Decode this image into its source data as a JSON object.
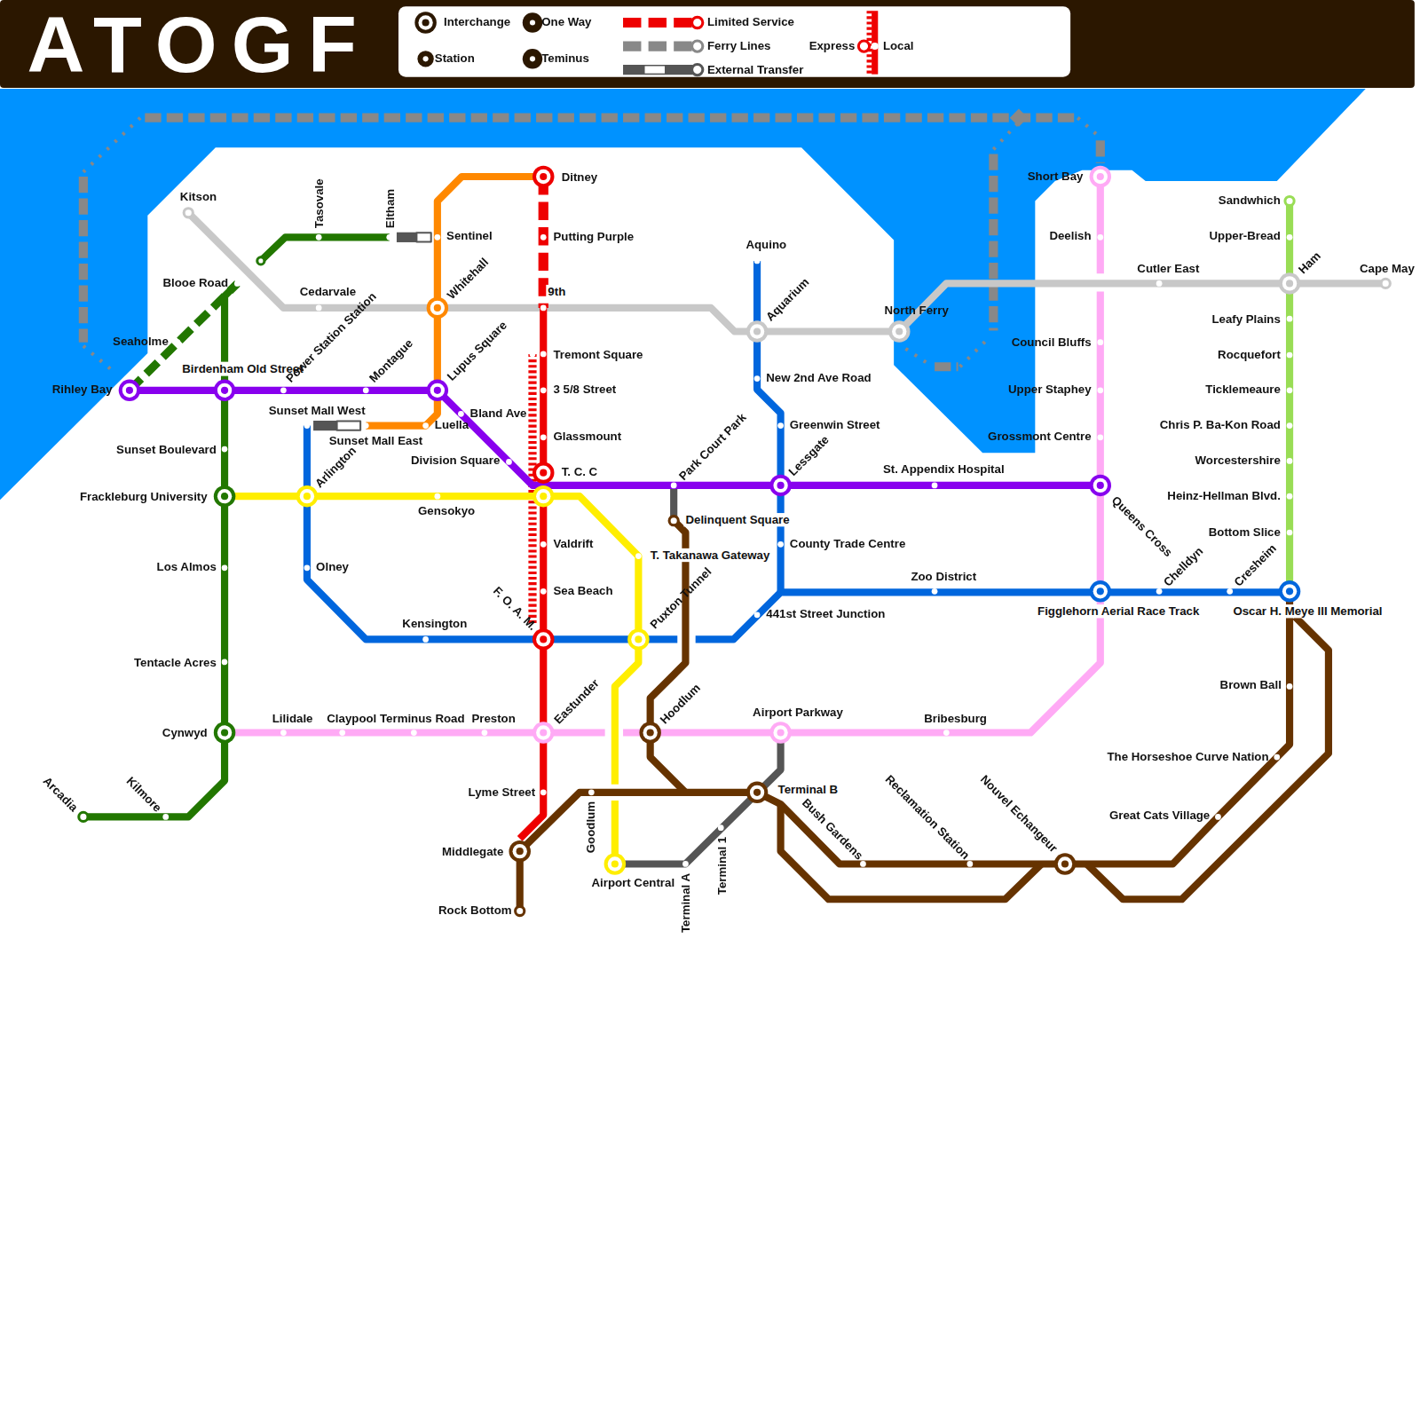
{
  "diagram": {
    "title": "ATOGF",
    "labels": [
      "Ditney",
      "Putting Purple",
      "9th",
      "Tremont Square",
      "3 5/8 Street",
      "Glassmount",
      "T. C. C",
      "Valdrift",
      "Sea Beach",
      "F. O. A. M.",
      "Eastunder",
      "Lyme Street",
      "Middlegate",
      "Rock Bottom",
      "Goodlum",
      "Airport Central",
      "Terminal A",
      "Terminal 1",
      "Terminal B",
      "Bush Gardens",
      "Reclamation Station",
      "Nouvel Echangeur",
      "Great Cats Village",
      "The Horseshoe Curve Nation",
      "Brown Ball",
      "Oscar H. Meye III Memorial",
      "Figglehorn Aerial Race Track",
      "Chelldyn",
      "Cresheim",
      "Zoo District",
      "441st Street Junction",
      "County Trade Centre",
      "Lessgate",
      "Greenwin Street",
      "New 2nd Ave Road",
      "Aquarium",
      "Aquino",
      "North Ferry",
      "Cutler East",
      "Ham",
      "Cape May",
      "Sandwhich",
      "Upper-Bread",
      "Leafy Plains",
      "Rocquefort",
      "Ticklemeaure",
      "Chris P. Ba-Kon Road",
      "Worcestershire",
      "Heinz-Hellman Blvd.",
      "Bottom Slice",
      "Short Bay",
      "Deelish",
      "Council Bluffs",
      "Upper Staphey",
      "Grossmont Centre",
      "Queens Cross",
      "St. Appendix Hospital",
      "Park Court Park",
      "Delinquent Square",
      "T. Takanawa Gateway",
      "Puxton Tunnel",
      "Hoodlum",
      "Airport Parkway",
      "Bribesburg",
      "Preston",
      "Claypool Terminus Road",
      "Lilidale",
      "Cynwyd",
      "Arcadia",
      "Kilmore",
      "Tentacle Acres",
      "Los Almos",
      "Frackleburg University",
      "Sunset Boulevard",
      "Birdenham Old Street",
      "Rihley Bay",
      "Seaholme",
      "Blooe Road",
      "Kitson",
      "Cedarvale",
      "Tasovale",
      "Eltham",
      "Sentinel",
      "Whitehall",
      "Power Station Station",
      "Montague",
      "Lupus Square",
      "Bland Ave",
      "Division Square",
      "Luella",
      "Sunset Mall West",
      "Sunset Mall East",
      "Arlington",
      "Gensokyo",
      "Olney",
      "Kensington"
    ],
    "legend": [
      {
        "text": "Interchange"
      },
      {
        "text": "One Way"
      },
      {
        "text": "Limited Service"
      },
      {
        "text": "Ferry Lines"
      },
      {
        "text": "Express"
      },
      {
        "text": "Local"
      },
      {
        "text": "Station"
      },
      {
        "text": "Teminus"
      },
      {
        "text": "External Transfer"
      }
    ]
  }
}
